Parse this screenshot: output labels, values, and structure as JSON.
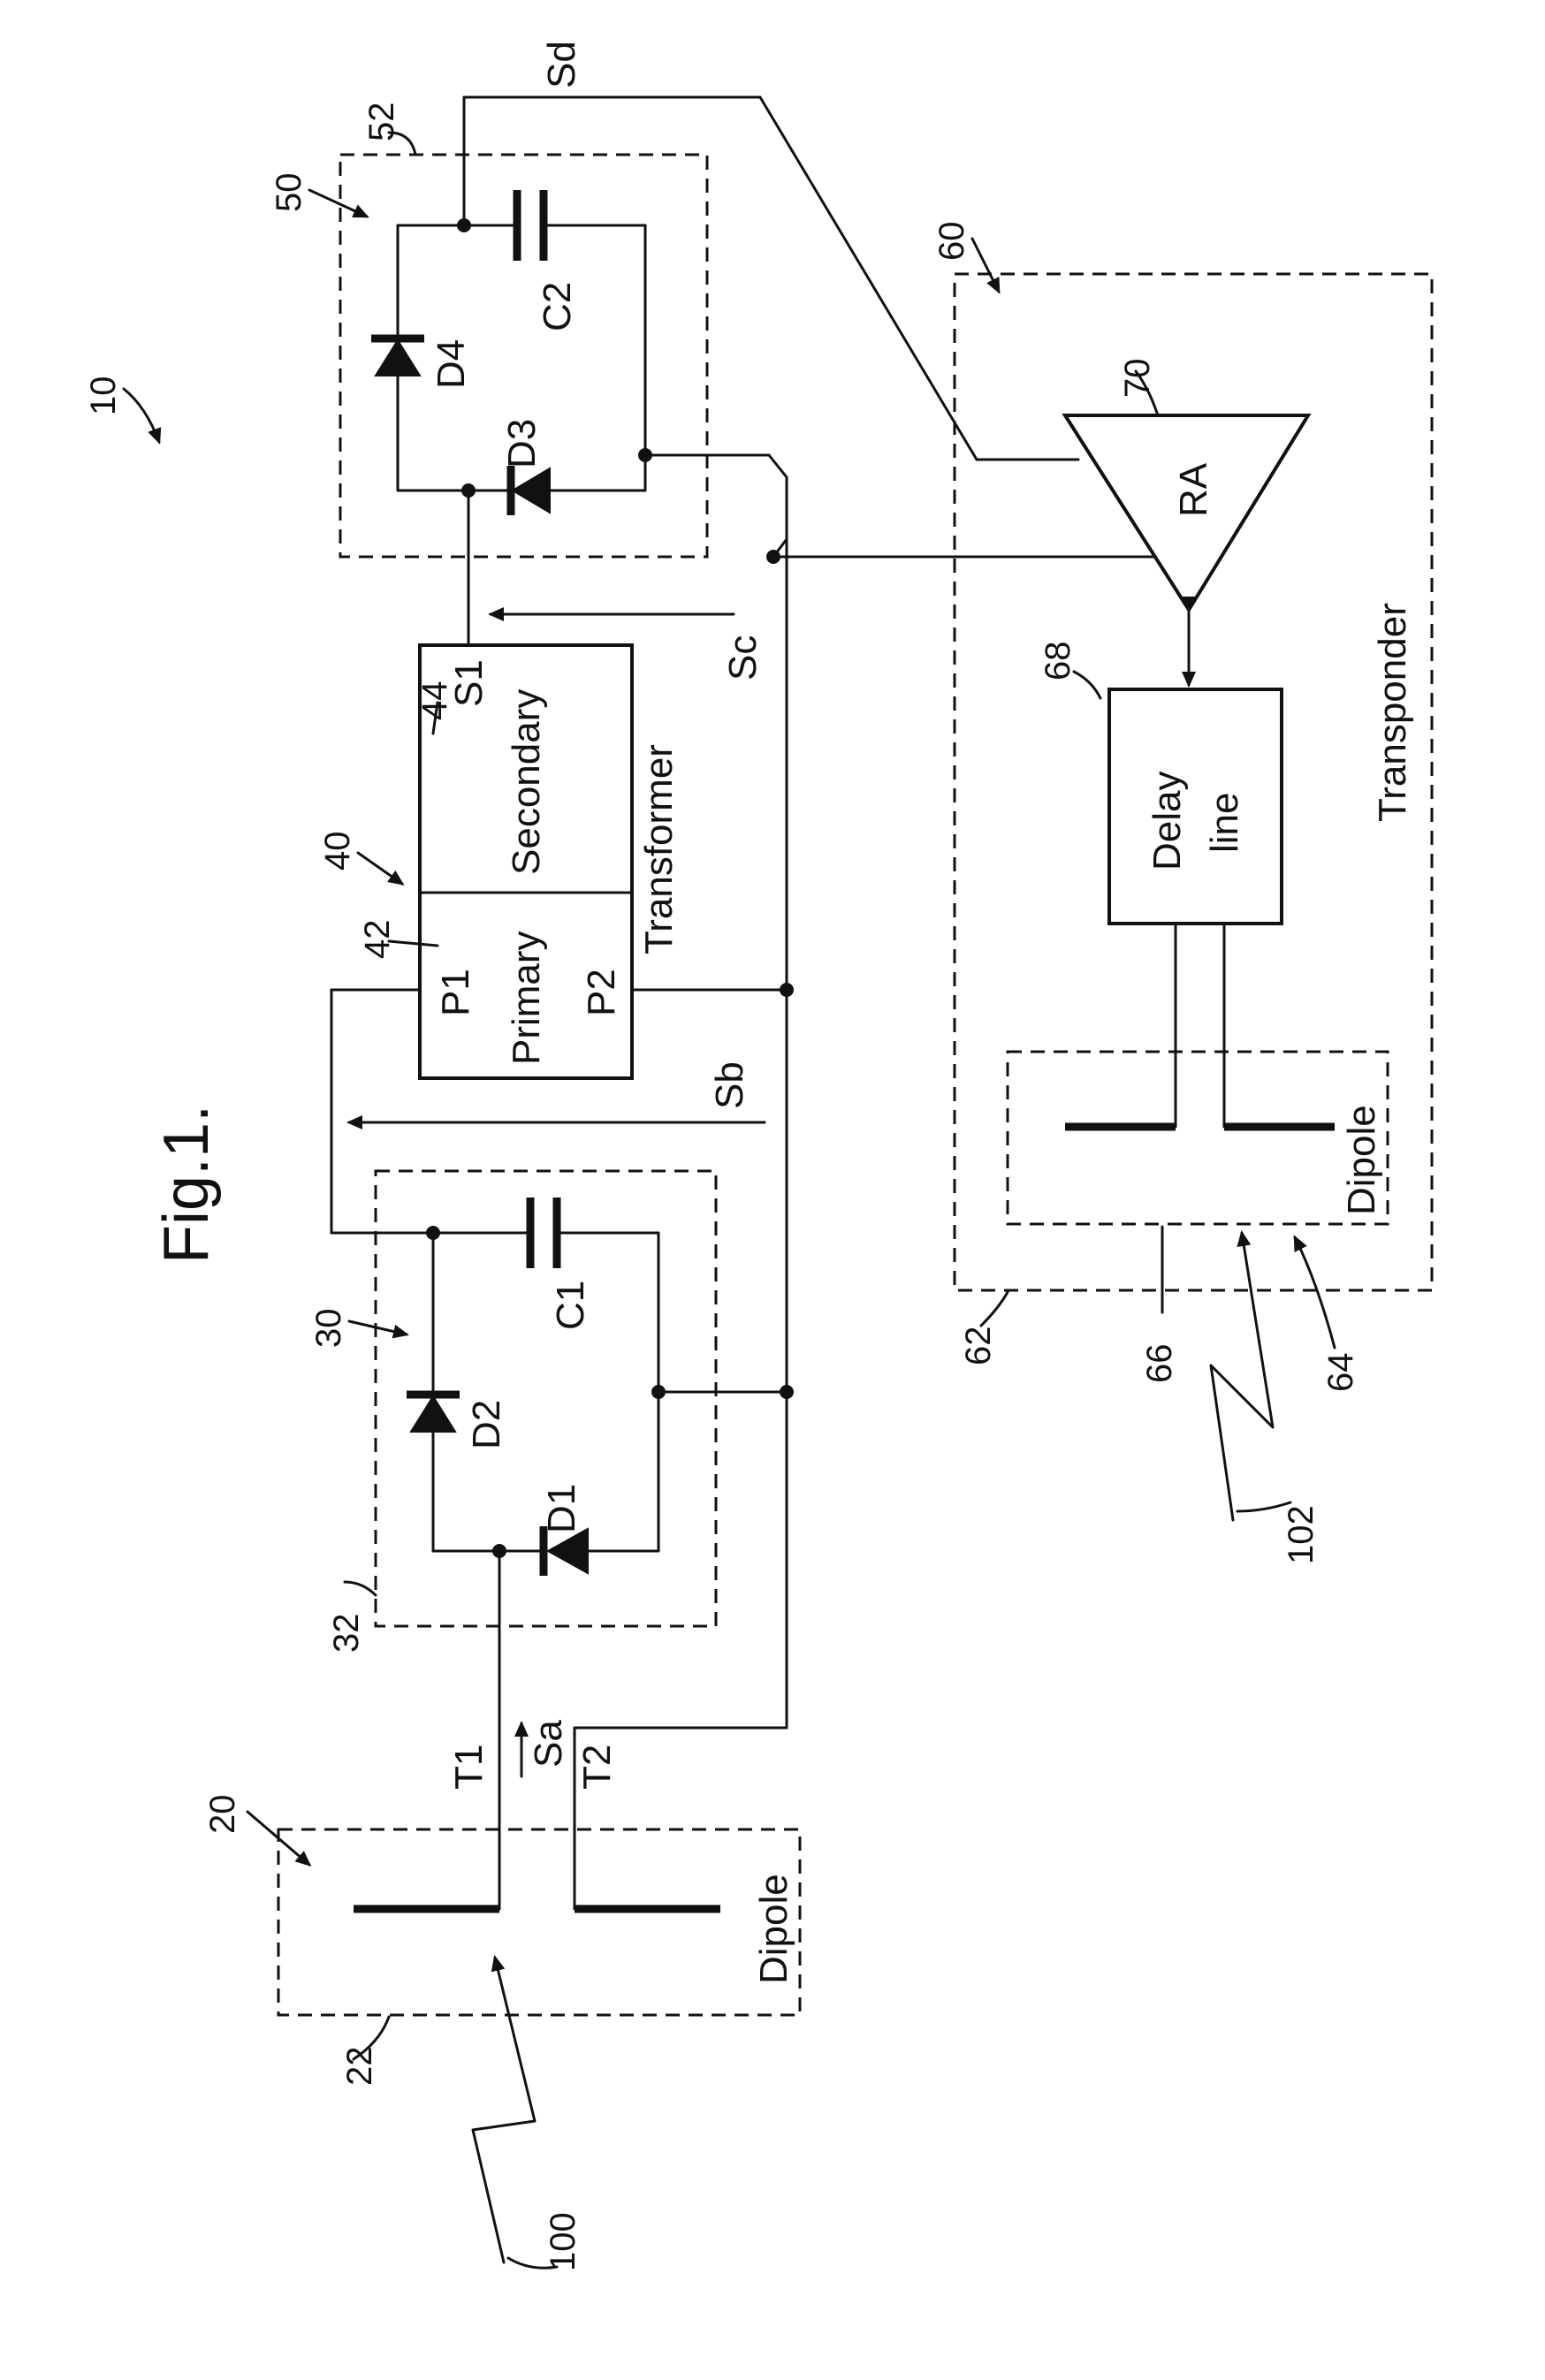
{
  "figure_title": "Fig.1.",
  "ref_numerals": {
    "system": "10",
    "receive_antenna": "20",
    "receive_antenna_box": "22",
    "rectifier_1": "30",
    "rectifier_1_box": "32",
    "transformer": "40",
    "primary": "42",
    "secondary": "44",
    "rectifier_2": "50",
    "rectifier_2_box": "52",
    "transponder": "60",
    "transponder_box": "62",
    "transponder_antenna": "64",
    "transponder_antenna_lead": "66",
    "delay_line": "68",
    "amplifier": "70",
    "incoming_signal": "100",
    "returned_signal": "102"
  },
  "labels": {
    "dipole_1": "Dipole",
    "dipole_2": "Dipole",
    "transformer": "Transformer",
    "primary": "Primary",
    "secondary": "Secondary",
    "delay_line_line1": "Delay",
    "delay_line_line2": "line",
    "amplifier": "RA",
    "transponder": "Transponder"
  },
  "terminals": {
    "t1": "T1",
    "t2": "T2",
    "p1": "P1",
    "p2": "P2",
    "s1": "S1"
  },
  "signals": {
    "sa": "Sa",
    "sb": "Sb",
    "sc": "Sc",
    "sd": "Sd"
  },
  "components": {
    "d1": "D1",
    "d2": "D2",
    "d3": "D3",
    "d4": "D4",
    "c1": "C1",
    "c2": "C2"
  }
}
